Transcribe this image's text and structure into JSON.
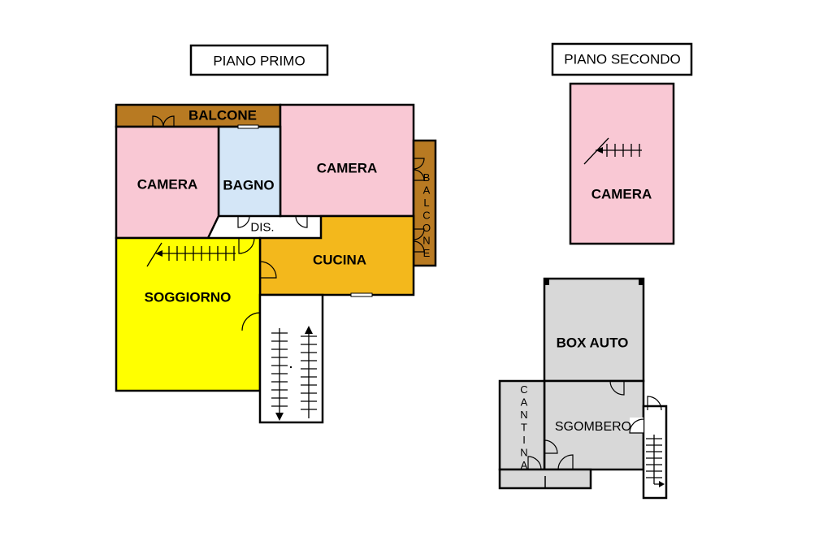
{
  "first_floor": {
    "title": "PIANO PRIMO",
    "rooms": {
      "balcone_top": "BALCONE",
      "camera_left": "CAMERA",
      "bagno": "BAGNO",
      "camera_right": "CAMERA",
      "balcone_side": "BALCONE",
      "disimpegno": "DIS.",
      "cucina": "CUCINA",
      "soggiorno": "SOGGIORNO"
    }
  },
  "second_floor": {
    "title": "PIANO SECONDO",
    "rooms": {
      "camera": "CAMERA"
    }
  },
  "annex": {
    "rooms": {
      "box_auto": "BOX AUTO",
      "sgombero": "SGOMBERO",
      "cantina": "CANTINA"
    }
  },
  "colors": {
    "balcone": "#b87a22",
    "camera": "#f9c8d4",
    "bagno": "#d4e6f7",
    "cucina": "#f3b81c",
    "soggiorno": "#ffff00",
    "service": "#d8d8d8",
    "background": "#ffffff"
  }
}
